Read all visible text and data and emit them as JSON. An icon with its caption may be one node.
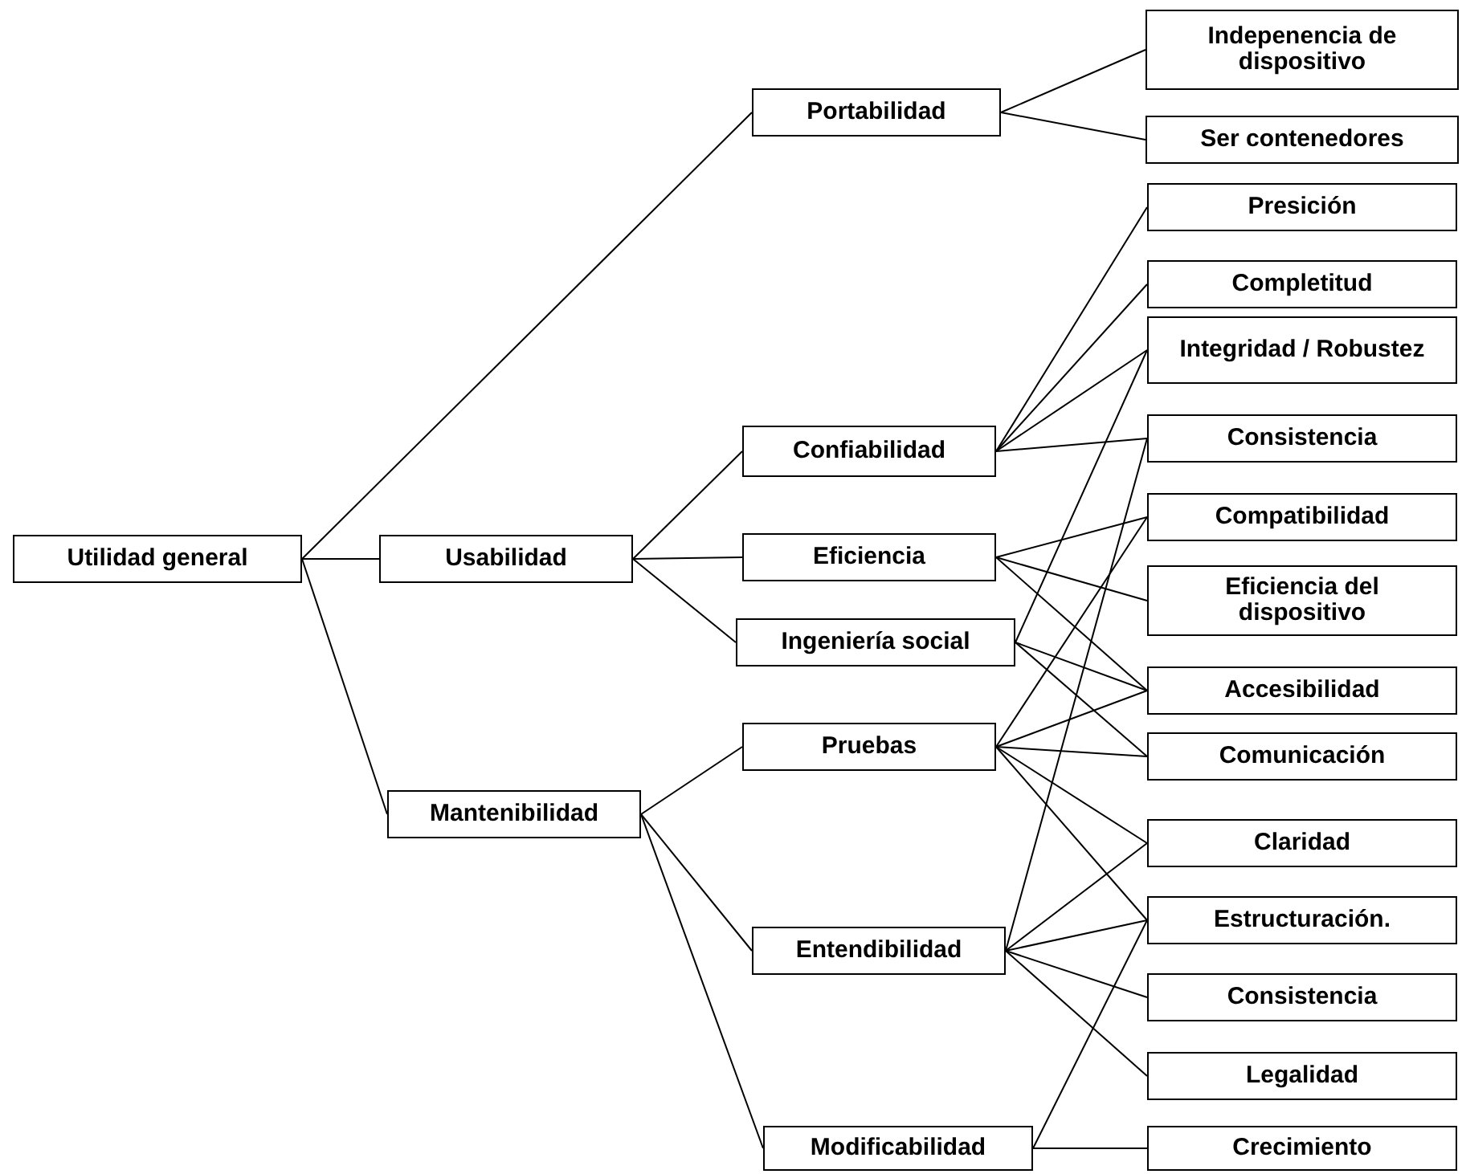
{
  "diagram": {
    "nodes": [
      {
        "text": [
          "Utilidad general"
        ]
      },
      {
        "text": [
          "Portabilidad"
        ]
      },
      {
        "text": [
          "Usabilidad"
        ]
      },
      {
        "text": [
          "Mantenibilidad"
        ]
      },
      {
        "text": [
          "Confiabilidad"
        ]
      },
      {
        "text": [
          "Eficiencia"
        ]
      },
      {
        "text": [
          "Ingeniería social"
        ]
      },
      {
        "text": [
          "Pruebas"
        ]
      },
      {
        "text": [
          "Entendibilidad"
        ]
      },
      {
        "text": [
          "Modificabilidad"
        ]
      },
      {
        "text": [
          "Indepenencia de dispositivo"
        ]
      },
      {
        "text": [
          "Ser contenedores"
        ]
      },
      {
        "text": [
          "Presición"
        ]
      },
      {
        "text": [
          "Completitud"
        ]
      },
      {
        "text": [
          "Integridad / Robustez"
        ]
      },
      {
        "text": [
          "Consistencia"
        ]
      },
      {
        "text": [
          "Compatibilidad"
        ]
      },
      {
        "text": [
          "Eficiencia del dispositivo"
        ]
      },
      {
        "text": [
          "Accesibilidad"
        ]
      },
      {
        "text": [
          "Comunicación"
        ]
      },
      {
        "text": [
          "Claridad"
        ]
      },
      {
        "text": [
          "Estructuración."
        ]
      },
      {
        "text": [
          "Consistencia"
        ]
      },
      {
        "text": [
          "Legalidad"
        ]
      },
      {
        "text": [
          "Crecimiento"
        ]
      }
    ],
    "edges": [
      {
        "from": 0,
        "to": 1,
        "arrow": "none"
      },
      {
        "from": 0,
        "to": 2,
        "arrow": "none"
      },
      {
        "from": 0,
        "to": 3,
        "arrow": "none"
      },
      {
        "from": 1,
        "to": 10,
        "arrow": "none"
      },
      {
        "from": 1,
        "to": 11,
        "arrow": "none"
      },
      {
        "from": 2,
        "to": 4,
        "arrow": "none"
      },
      {
        "from": 2,
        "to": 5,
        "arrow": "none"
      },
      {
        "from": 2,
        "to": 6,
        "arrow": "none"
      },
      {
        "from": 3,
        "to": 7,
        "arrow": "none"
      },
      {
        "from": 3,
        "to": 8,
        "arrow": "none"
      },
      {
        "from": 3,
        "to": 9,
        "arrow": "none"
      },
      {
        "from": 4,
        "to": 12,
        "arrow": "none"
      },
      {
        "from": 4,
        "to": 13,
        "arrow": "none"
      },
      {
        "from": 4,
        "to": 14,
        "arrow": "none"
      },
      {
        "from": 4,
        "to": 15,
        "arrow": "none"
      },
      {
        "from": 5,
        "to": 16,
        "arrow": "none"
      },
      {
        "from": 5,
        "to": 17,
        "arrow": "none"
      },
      {
        "from": 5,
        "to": 18,
        "arrow": "none"
      },
      {
        "from": 6,
        "to": 14,
        "arrow": "none"
      },
      {
        "from": 6,
        "to": 18,
        "arrow": "none"
      },
      {
        "from": 6,
        "to": 19,
        "arrow": "none"
      },
      {
        "from": 7,
        "to": 16,
        "arrow": "none"
      },
      {
        "from": 7,
        "to": 18,
        "arrow": "none"
      },
      {
        "from": 7,
        "to": 19,
        "arrow": "none"
      },
      {
        "from": 7,
        "to": 20,
        "arrow": "none"
      },
      {
        "from": 7,
        "to": 21,
        "arrow": "none"
      },
      {
        "from": 8,
        "to": 15,
        "arrow": "none"
      },
      {
        "from": 8,
        "to": 20,
        "arrow": "none"
      },
      {
        "from": 8,
        "to": 21,
        "arrow": "none"
      },
      {
        "from": 8,
        "to": 22,
        "arrow": "none"
      },
      {
        "from": 8,
        "to": 23,
        "arrow": "none"
      },
      {
        "from": 9,
        "to": 21,
        "arrow": "none"
      },
      {
        "from": 9,
        "to": 24,
        "arrow": "none"
      }
    ]
  }
}
